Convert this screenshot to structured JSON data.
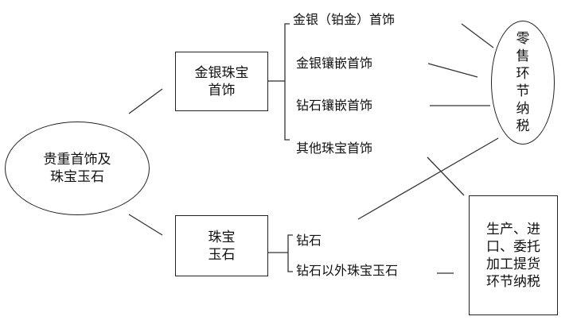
{
  "nodes": {
    "root": [
      "贵重首饰及",
      "珠宝玉石"
    ],
    "gold_jewelry": [
      "金银珠宝",
      "首饰"
    ],
    "gems": [
      "珠宝",
      "玉石"
    ],
    "retail_tax": [
      "零",
      "售",
      "环",
      "节",
      "纳",
      "税"
    ],
    "production_tax": [
      "生产、进",
      "口、委托",
      "加工提货",
      "环节纳税"
    ]
  },
  "items": {
    "gold_platinum": "金银（铂金）首饰",
    "gold_inlaid": "金银镶嵌首饰",
    "diamond_inlaid": "钻石镶嵌首饰",
    "other_jewelry": "其他珠宝首饰",
    "diamond": "钻石",
    "other_gems": "钻石以外珠宝玉石"
  }
}
